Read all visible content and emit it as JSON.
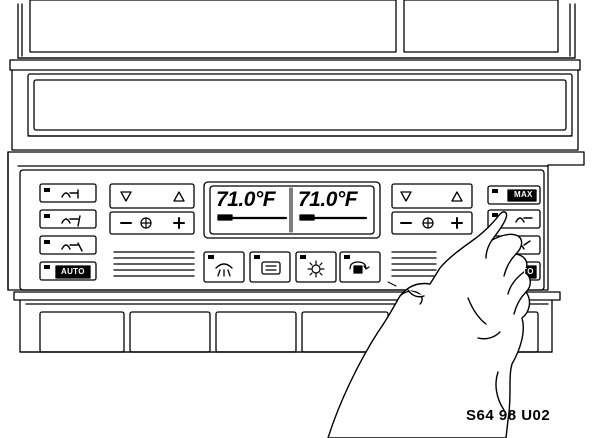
{
  "display": {
    "left_temp": "71.0°F",
    "right_temp": "71.0°F"
  },
  "buttons": {
    "left_auto": "AUTO",
    "right_auto": "AUTO",
    "max": "MAX"
  },
  "figure_code": "S64 98 U02",
  "icons": {
    "up": "triangle-up-icon",
    "down": "triangle-down-icon",
    "fan": "fan-icon",
    "defrost": "defrost-icon",
    "rear_defrost": "rear-window-defrost-icon",
    "sun": "sun-sensor-icon",
    "recirc": "recirculation-icon"
  }
}
